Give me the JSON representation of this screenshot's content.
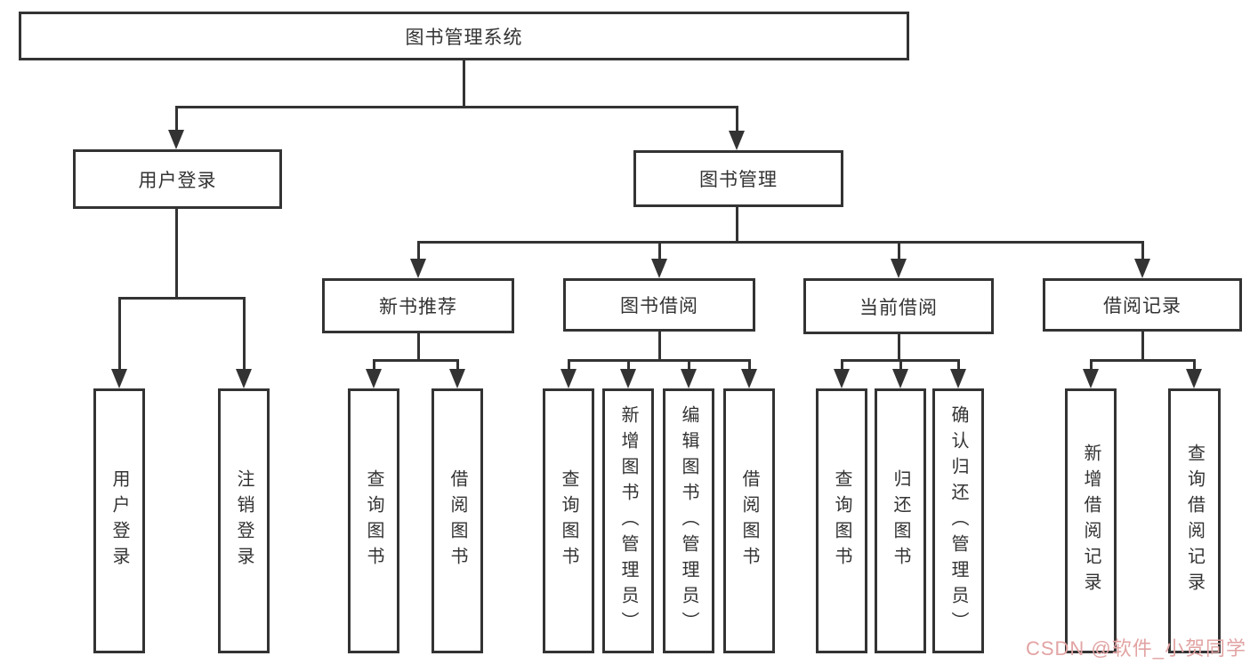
{
  "diagram_title": "图书管理系统",
  "nodes": {
    "root": "图书管理系统",
    "user_login": "用户登录",
    "book_management": "图书管理",
    "new_book_recommend": "新书推荐",
    "book_borrow": "图书借阅",
    "current_borrow": "当前借阅",
    "borrow_record": "借阅记录",
    "leaf_user_login": "用户登录",
    "leaf_logout": "注销登录",
    "leaf_query_book_a": "查询图书",
    "leaf_borrow_book_a": "借阅图书",
    "leaf_query_book_b": "查询图书",
    "leaf_add_book_admin": "新增图书（管理员）",
    "leaf_edit_book_admin": "编辑图书（管理员）",
    "leaf_borrow_book_b": "借阅图书",
    "leaf_query_book_c": "查询图书",
    "leaf_return_book": "归还图书",
    "leaf_confirm_return_admin": "确认归还（管理员）",
    "leaf_add_borrow_record": "新增借阅记录",
    "leaf_query_borrow_record": "查询借阅记录"
  },
  "watermark": {
    "text": "CSDN @软件_小贺同学"
  },
  "colors": {
    "line": "#333333",
    "node_border": "#333333",
    "node_fill": "#ffffff",
    "text": "#333333",
    "watermark": "#e2a3a3",
    "background": "#ffffff"
  }
}
